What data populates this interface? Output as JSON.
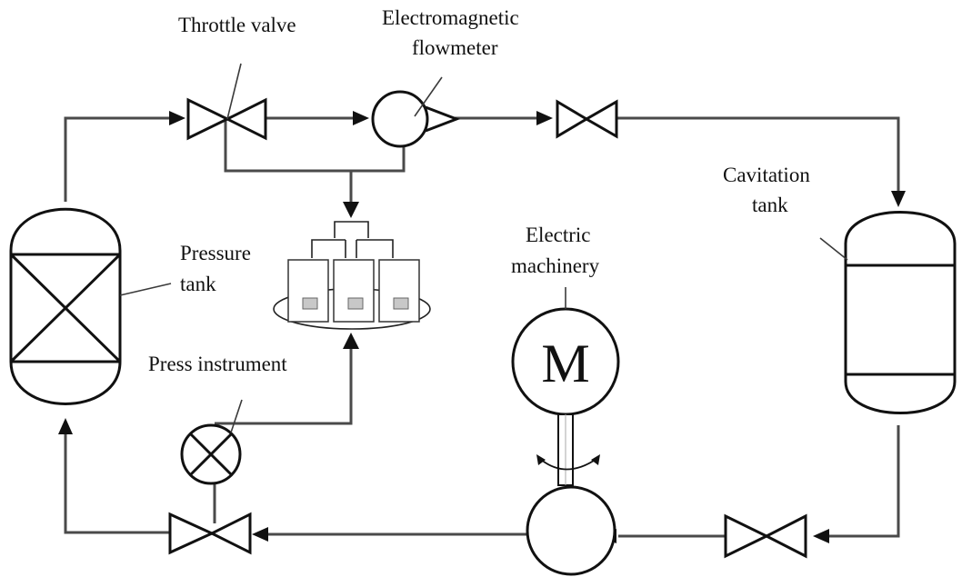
{
  "labels": {
    "throttle_valve": "Throttle valve",
    "flowmeter_line1": "Electromagnetic",
    "flowmeter_line2": "flowmeter",
    "cavitation_line1": "Cavitation",
    "cavitation_line2": "tank",
    "pressure_line1": "Pressure",
    "pressure_line2": "tank",
    "electric_line1": "Electric",
    "electric_line2": "machinery",
    "press_instrument": "Press instrument",
    "motor_symbol": "M"
  },
  "colors": {
    "pipe": "#4a4a4a",
    "outline": "#111111",
    "background": "#ffffff",
    "screen": "#c8c8c8"
  },
  "icons": {
    "pressure_tank": "crossed-vessel-icon",
    "cavitation_tank": "vessel-icon",
    "flowmeter": "flowmeter-icon",
    "press_instrument": "gauge-x-icon",
    "motor": "motor-icon",
    "pump": "pump-icon",
    "computers": "computer-group-icon",
    "valve": "bowtie-valve-icon"
  }
}
